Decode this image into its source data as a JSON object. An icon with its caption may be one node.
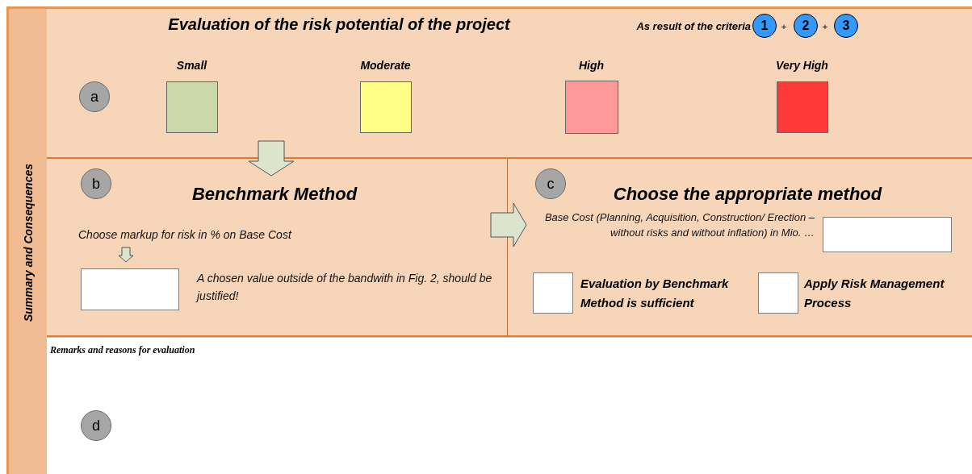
{
  "diagram": {
    "nodes": [
      {
        "text": [
          "Summary and Consequences"
        ]
      },
      {
        "text": [
          "Evaluation of the risk potential of the project"
        ]
      },
      {
        "text": [
          "a"
        ],
        "in": 1
      },
      {
        "text": [
          "Small"
        ],
        "in": 1
      },
      {
        "text": [
          "Moderate"
        ],
        "in": 1
      },
      {
        "text": [
          "High"
        ],
        "in": 1
      },
      {
        "text": [
          "Very High"
        ],
        "in": 1
      },
      {
        "text": [
          "1"
        ],
        "in": 1
      },
      {
        "text": [
          "2"
        ],
        "in": 1
      },
      {
        "text": [
          "3"
        ],
        "in": 1
      },
      {
        "text": [
          "Benchmark Method",
          "Choose markup  for risk in % on Base Cost",
          "A chosen value outside of the bandwith in Fig. 2, should be justified!"
        ]
      },
      {
        "text": [
          "b"
        ],
        "in": 10
      },
      {
        "text": [],
        "shape": "box",
        "in": 10
      },
      {
        "text": [
          "Choose the appropriate method",
          "Base Cost (Planning, Acquisition, Construction/ Erection – without risks and without inflation) in Mio. …"
        ]
      },
      {
        "text": [
          "c"
        ],
        "in": 13
      },
      {
        "text": [],
        "shape": "box",
        "in": 13
      },
      {
        "text": [],
        "shape": "box",
        "in": 13,
        "beside": [
          "Evaluation by Benchmark Method is sufficient"
        ]
      },
      {
        "text": [],
        "shape": "box",
        "in": 13,
        "beside": [
          "Apply Risk Management Process"
        ]
      },
      {
        "text": [
          "Remarks and reasons for evaluation"
        ]
      },
      {
        "text": [
          "d"
        ],
        "in": 18
      }
    ],
    "edges": [
      {
        "from": 1,
        "to": 10,
        "arrow": "to"
      },
      {
        "from": null,
        "to": 12,
        "arrow": "to"
      },
      {
        "from": 10,
        "to": 13,
        "arrow": "to"
      }
    ],
    "labels": [
      "As result of the criteria",
      "+",
      "+"
    ]
  }
}
